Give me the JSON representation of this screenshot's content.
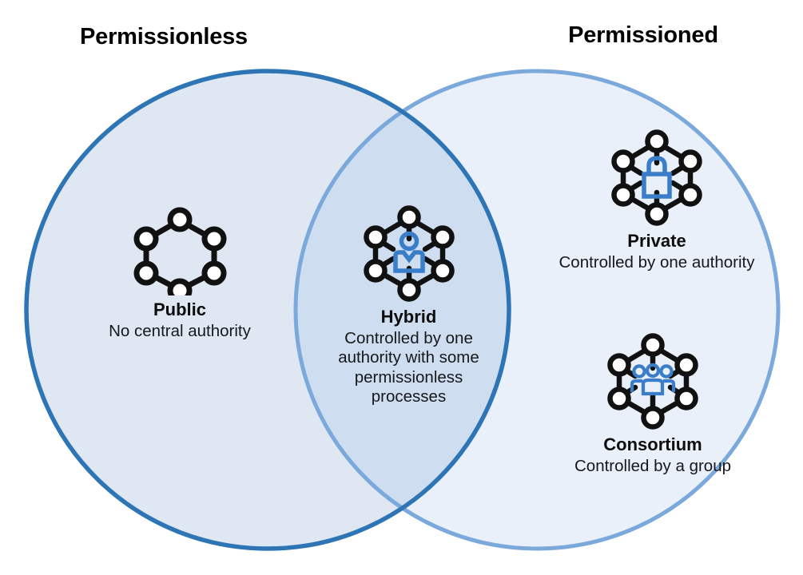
{
  "diagram": {
    "type": "venn",
    "headings": [
      {
        "label": "Permissionless",
        "side": "left"
      },
      {
        "label": "Permissioned",
        "side": "right"
      }
    ],
    "colors": {
      "left_circle_stroke": "#2E75B6",
      "left_circle_fill": "#DEE7F2",
      "right_circle_stroke": "#7BA9DB",
      "right_circle_fill": "#E9F0FA",
      "overlap_fill": "#CEDDEF",
      "icon_outline": "#111111",
      "icon_accent": "#3A7DC9",
      "background": "#FFFFFF",
      "title_text": "#000000",
      "body_text": "#16191C"
    },
    "groups": [
      {
        "id": "public",
        "title": "Public",
        "description": "No central authority",
        "icon": "hexagon-network-icon",
        "region": "permissionless-only"
      },
      {
        "id": "hybrid",
        "title": "Hybrid",
        "description": "Controlled by one authority with some permissionless processes",
        "description_lines": [
          "Controlled by one",
          "authority with some",
          "permissionless",
          "processes"
        ],
        "icon": "hexagon-network-person-icon",
        "region": "overlap"
      },
      {
        "id": "private",
        "title": "Private",
        "description": "Controlled by one authority",
        "icon": "hexagon-network-lock-icon",
        "region": "permissioned-only"
      },
      {
        "id": "consortium",
        "title": "Consortium",
        "description": "Controlled by a group",
        "icon": "hexagon-network-group-icon",
        "region": "permissioned-only"
      }
    ]
  }
}
